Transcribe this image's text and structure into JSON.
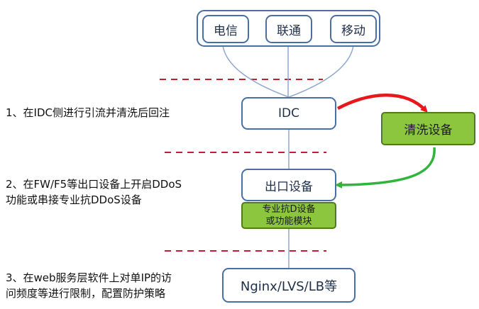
{
  "colors": {
    "box_border": "#4a6fa3",
    "green_fill": "#8cc63f",
    "dashed_line": "#c0202a",
    "red_arrow": "#e8171b",
    "green_arrow": "#2fb53b",
    "connector": "#8fa9cc"
  },
  "carriers": [
    "电信",
    "联通",
    "移动"
  ],
  "nodes": {
    "idc": "IDC",
    "scrubbing": "清洗设备",
    "egress": "出口设备",
    "anti_ddos_line1": "专业抗D设备",
    "anti_ddos_line2": "或功能模块",
    "webserver": "Nginx/LVS/LB等"
  },
  "steps": {
    "step1": "1、在IDC侧进行引流并清洗后回注",
    "step2_line1": "2、在FW/F5等出口设备上开启DDoS",
    "step2_line2": "功能或串接专业抗DDoS设备",
    "step3_line1": "3、在web服务层软件上对单IP的访",
    "step3_line2": "问频度等进行限制，配置防护策略"
  }
}
